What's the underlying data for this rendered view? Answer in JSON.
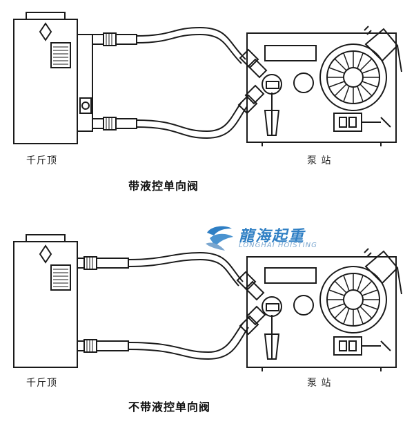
{
  "diagrams": [
    {
      "jack_label": "千斤顶",
      "pump_label": "泵 站",
      "caption": "带液控单向阀"
    },
    {
      "jack_label": "千斤顶",
      "pump_label": "泵 站",
      "caption": "不带液控单向阀"
    }
  ],
  "watermark": {
    "title": "龍海起重",
    "subtitle": "LONGHAI HOISTING",
    "colors": {
      "primary": "#2f7fc4",
      "secondary": "#7aa6cf"
    }
  },
  "line_color": "#1a1a1a"
}
